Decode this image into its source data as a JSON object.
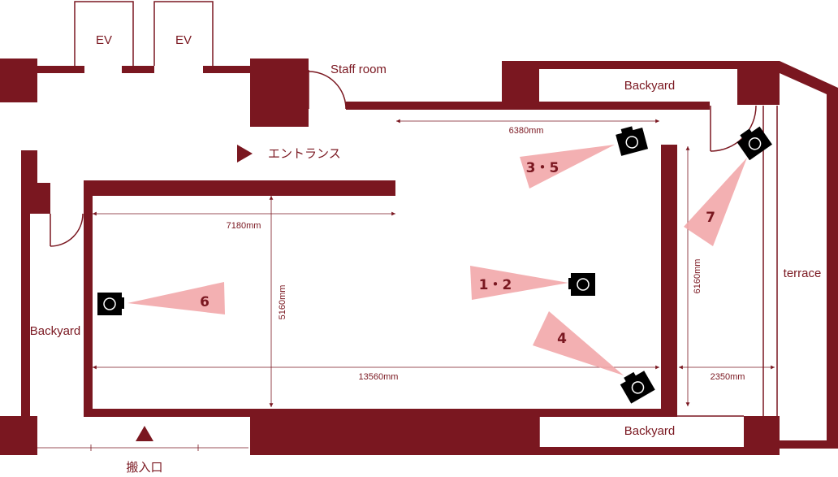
{
  "labels": {
    "ev_left": "EV",
    "ev_right": "EV",
    "staff_room": "Staff room",
    "entrance": "エントランス",
    "backyard_top": "Backyard",
    "backyard_left": "Backyard",
    "backyard_bottom": "Backyard",
    "terrace": "terrace",
    "loading_entrance": "搬入口"
  },
  "dimensions": {
    "d6380": "6380mm",
    "d7180": "7180mm",
    "d5160": "5160mm",
    "d6160": "6160mm",
    "d13560": "13560mm",
    "d2350": "2350mm"
  },
  "cameras": [
    {
      "id": "cam-35",
      "label": "3・5"
    },
    {
      "id": "cam-7",
      "label": "7"
    },
    {
      "id": "cam-12",
      "label": "1・2"
    },
    {
      "id": "cam-4",
      "label": "4"
    },
    {
      "id": "cam-6",
      "label": "6"
    }
  ],
  "colors": {
    "wall": "#7a1720",
    "cone": "#f2a7aa",
    "camera": "#000000"
  }
}
